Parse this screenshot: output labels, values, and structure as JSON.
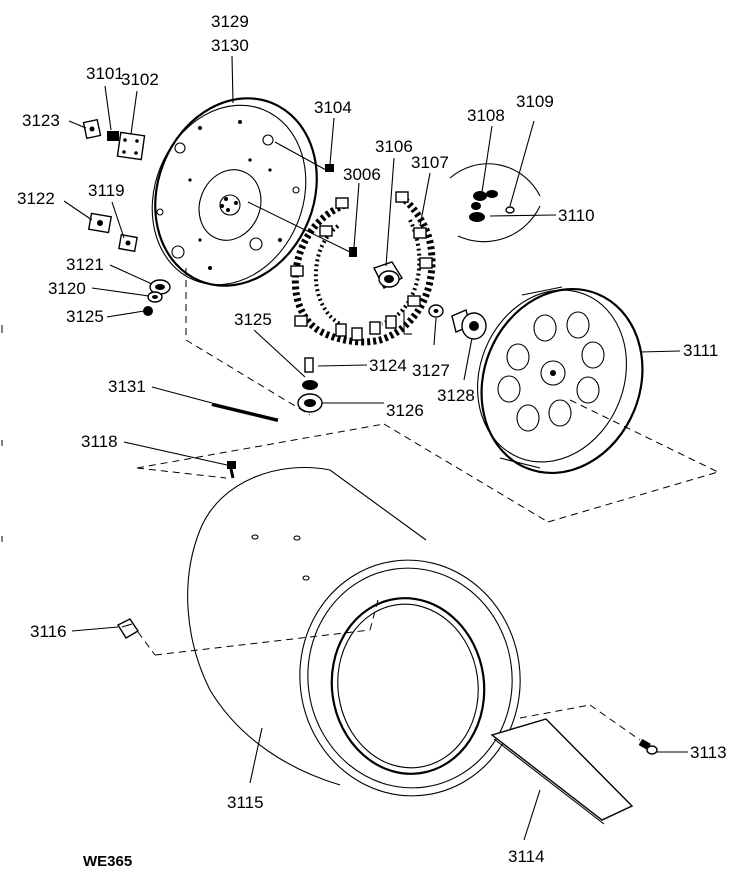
{
  "diagram": {
    "part_labels": {
      "p3129": "3129",
      "p3130": "3130",
      "p3101": "3101",
      "p3102": "3102",
      "p3123": "3123",
      "p3104": "3104",
      "p3106": "3106",
      "p3006": "3006",
      "p3107": "3107",
      "p3108": "3108",
      "p3109": "3109",
      "p3110": "3110",
      "p3122": "3122",
      "p3119": "3119",
      "p3121": "3121",
      "p3120": "3120",
      "p3125a": "3125",
      "p3125b": "3125",
      "p3124": "3124",
      "p3127": "3127",
      "p3128": "3128",
      "p3111": "3111",
      "p3131": "3131",
      "p3126": "3126",
      "p3118": "3118",
      "p3116": "3116",
      "p3113": "3113",
      "p3115": "3115",
      "p3114": "3114"
    },
    "footer_code": "WE365"
  }
}
